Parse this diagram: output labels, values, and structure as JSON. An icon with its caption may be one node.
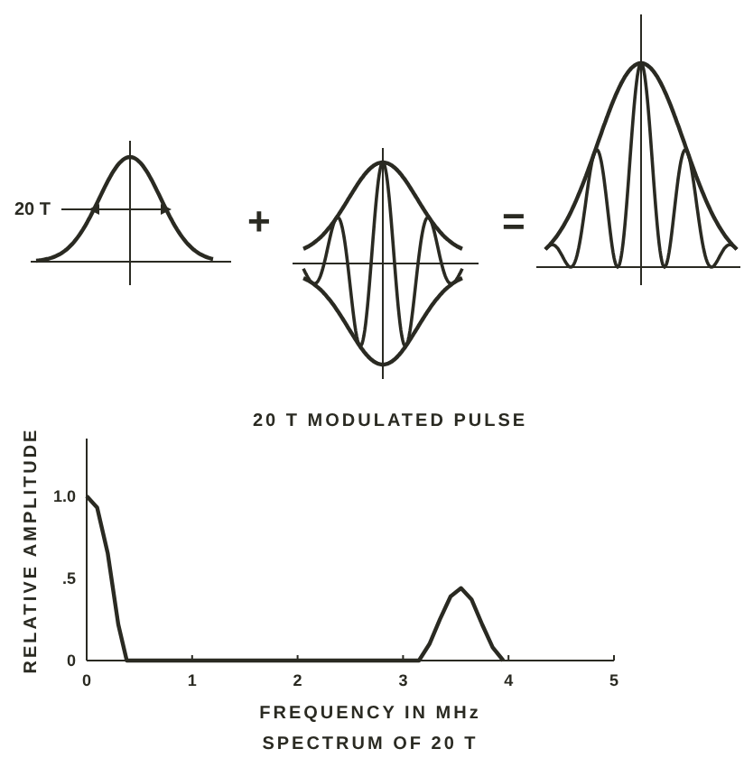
{
  "diagram": {
    "labels": [
      "20 T",
      "+",
      "=",
      "20 T MODULATED PULSE"
    ],
    "chart_data": {
      "type": "line",
      "title": "SPECTRUM OF 20 T",
      "xlabel": "FREQUENCY IN MHz",
      "ylabel": "RELATIVE AMPLITUDE",
      "x": [
        0,
        0.1,
        0.2,
        0.3,
        0.38,
        3.15,
        3.25,
        3.35,
        3.45,
        3.55,
        3.65,
        3.75,
        3.85,
        3.95
      ],
      "series": [
        {
          "values": [
            1.0,
            0.93,
            0.65,
            0.22,
            0,
            0,
            0.1,
            0.25,
            0.39,
            0.44,
            0.37,
            0.22,
            0.08,
            0
          ]
        }
      ],
      "xlim": [
        0,
        5
      ],
      "ylim": [
        0,
        1.35
      ],
      "xticks": [
        0,
        1,
        2,
        3,
        4,
        5
      ],
      "yticks": [
        0,
        {
          "value": 0.5,
          "label": ".5"
        },
        {
          "value": 1.0,
          "label": "1.0"
        }
      ]
    }
  }
}
